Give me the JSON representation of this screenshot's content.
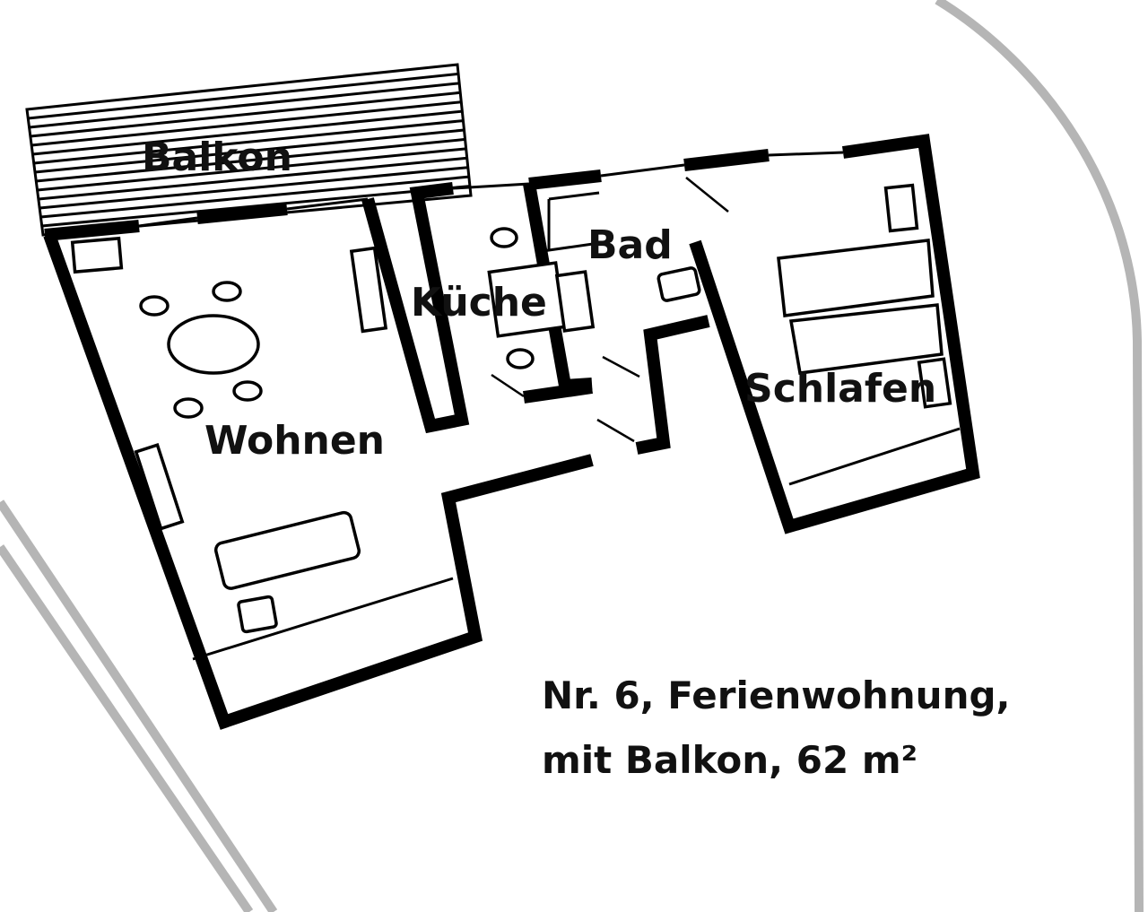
{
  "rooms": {
    "balkon": "Balkon",
    "kueche": "Küche",
    "bad": "Bad",
    "wohnen": "Wohnen",
    "schlafen": "Schlafen"
  },
  "caption": {
    "line1": "Nr. 6, Ferienwohnung,",
    "line2": "mit Balkon, 62 m²"
  }
}
